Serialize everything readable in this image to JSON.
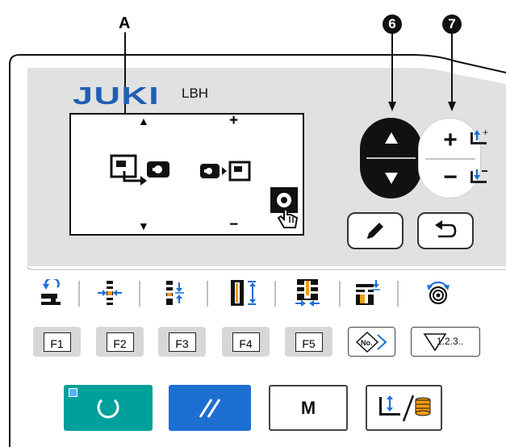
{
  "callouts": {
    "a": "A",
    "six": "6",
    "seven": "7"
  },
  "header": {
    "brand": "JUKI",
    "model": "LBH"
  },
  "lcd": {
    "up_arrow": "▲",
    "down_arrow": "▼",
    "plus": "+",
    "minus": "−"
  },
  "rocker_plus": "+",
  "rocker_minus": "−",
  "fkeys": [
    "F1",
    "F2",
    "F3",
    "F4",
    "F5"
  ],
  "no_key": "No.",
  "count_key": "1.2.3..",
  "m_button": "M",
  "colors": {
    "panel": "#e1e1e1",
    "brand": "#1f5fb4",
    "ready": "#00a19a",
    "reset": "#1c6fd1"
  }
}
